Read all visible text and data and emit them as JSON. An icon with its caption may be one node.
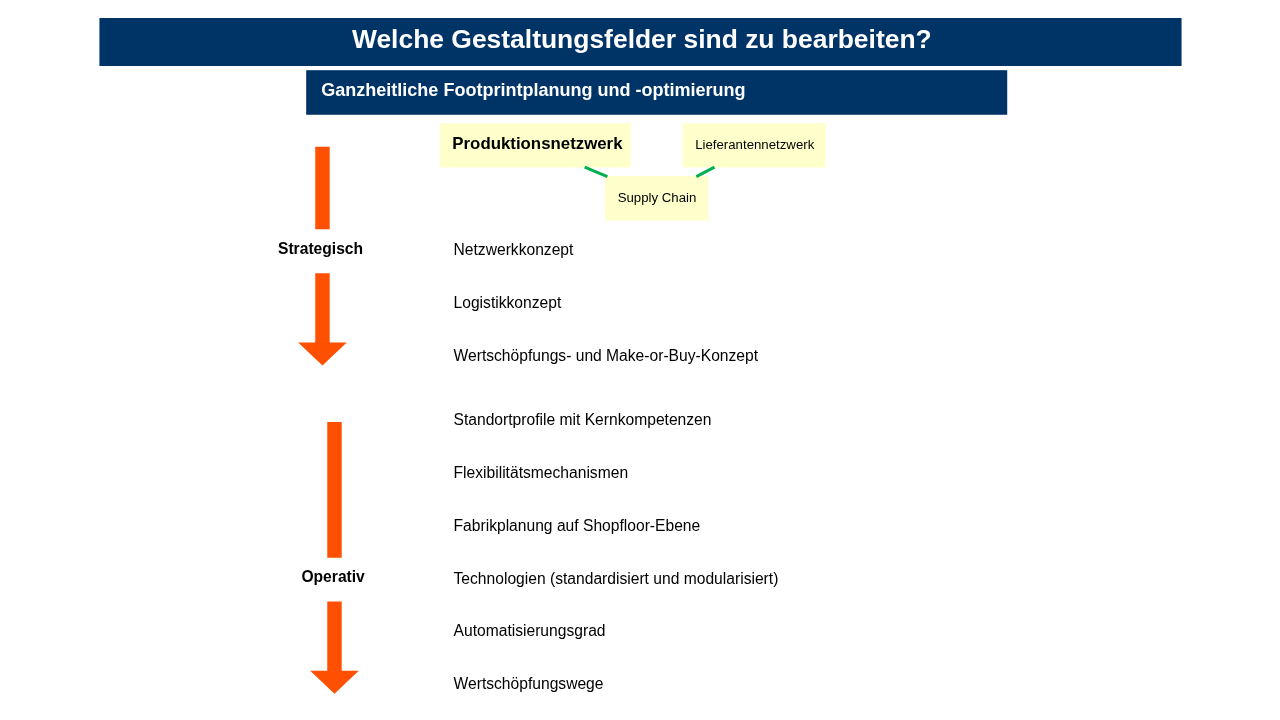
{
  "diagram": {
    "title": "Welche Gestaltungsfelder sind zu bearbeiten?",
    "nodes": [
      {
        "text": [
          "Ganzheitliche Footprintplanung und -optimierung"
        ]
      },
      {
        "text": [
          "Produktionsnetzwerk"
        ]
      },
      {
        "text": [
          "Lieferantennetzwerk"
        ]
      },
      {
        "text": [
          "Supply Chain"
        ]
      },
      {
        "text": [
          "Strategisch"
        ]
      },
      {
        "text": [
          "Operativ"
        ]
      }
    ],
    "edges": [
      {
        "from": 1,
        "to": 3,
        "arrow": "none",
        "color": "#00b050"
      },
      {
        "from": 3,
        "to": 2,
        "arrow": "none",
        "color": "#00b050"
      },
      {
        "from": null,
        "to": 4,
        "arrow": "none",
        "color": "#ff4f00"
      },
      {
        "from": 4,
        "to": null,
        "arrow": "to",
        "color": "#ff4f00"
      },
      {
        "from": null,
        "to": 5,
        "arrow": "none",
        "color": "#ff4f00"
      },
      {
        "from": 5,
        "to": null,
        "arrow": "to",
        "color": "#ff4f00"
      }
    ],
    "labels": [
      "Netzwerkkonzept",
      "Logistikkonzept",
      "Wertschöpfungs- und Make-or-Buy-Konzept",
      "Standortprofile mit Kernkompetenzen",
      "Flexibilitätsmechanismen",
      "Fabrikplanung auf Shopfloor-Ebene",
      "Technologien (standardisiert und modularisiert)",
      "Automatisierungsgrad",
      "Wertschöpfungswege"
    ]
  }
}
